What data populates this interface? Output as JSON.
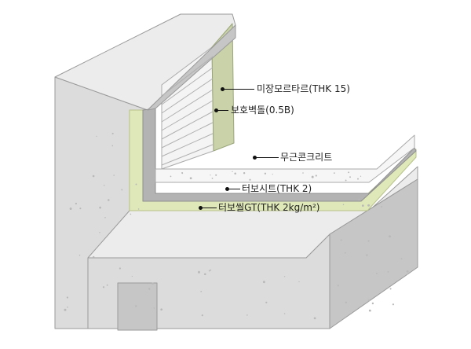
{
  "colors": {
    "concrete": "#dcdcdc",
    "concrete_dark": "#c6c6c6",
    "concrete_light": "#ececec",
    "edge": "#9a9a9a",
    "sheet": "#b3b3b3",
    "sealant": "#dfe8b8",
    "finish": "#c9d2a8",
    "brick": "#f4f4f4",
    "mortar_face": "#f6f6f6"
  },
  "labels": {
    "mortar": "미장모르타르(THK 15)",
    "brick": "보호벽돌(0.5B)",
    "concrete": "무근콘크리트",
    "sheet": "터보시트(THK 2)",
    "sealant": "터보씰GT(THK 2kg/m²)"
  }
}
